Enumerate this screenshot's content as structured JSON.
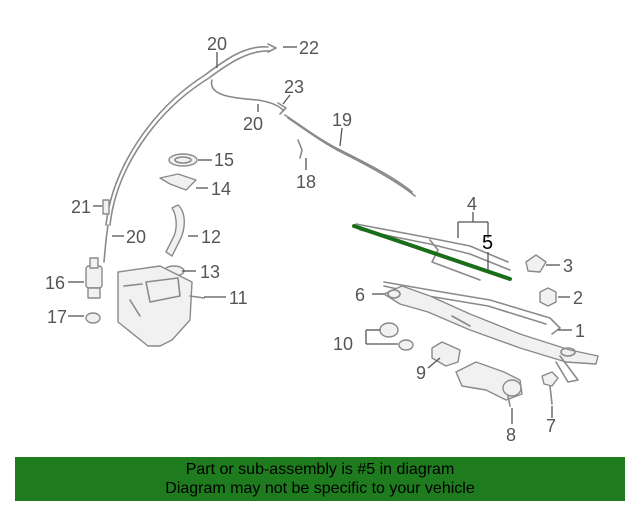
{
  "callouts": {
    "c1": "1",
    "c2": "2",
    "c3": "3",
    "c4": "4",
    "c5": "5",
    "c6": "6",
    "c7": "7",
    "c8": "8",
    "c9": "9",
    "c10": "10",
    "c11": "11",
    "c12": "12",
    "c13": "13",
    "c14": "14",
    "c15": "15",
    "c16": "16",
    "c17": "17",
    "c18": "18",
    "c19": "19",
    "c20a": "20",
    "c20b": "20",
    "c20c": "20",
    "c21": "21",
    "c22": "22",
    "c23": "23"
  },
  "highlight_color": "#1a6e1a",
  "banner": {
    "line1": "Part or sub-assembly is #5 in diagram",
    "line2": "Diagram may not be specific to your vehicle",
    "color": "#1e7b1e"
  }
}
